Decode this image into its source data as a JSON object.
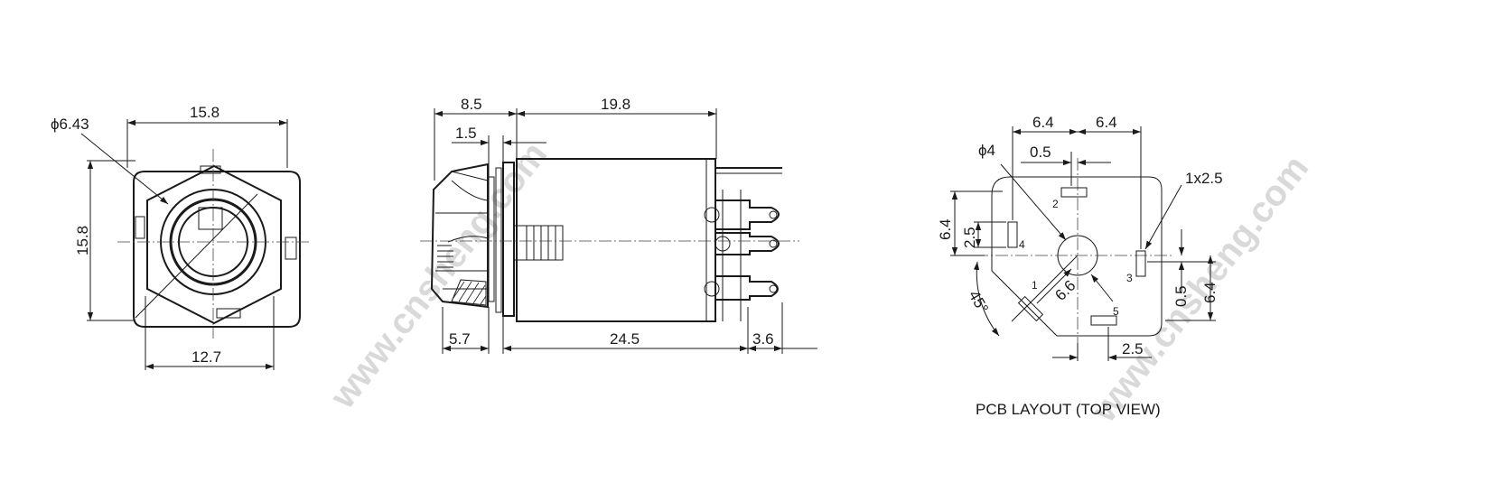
{
  "watermark": "www.cnsheng.com",
  "front_view": {
    "dia_label": "ϕ6.43",
    "width_top": "15.8",
    "height_left": "15.8",
    "width_bottom": "12.7"
  },
  "side_view": {
    "dim_front": "8.5",
    "dim_body": "19.8",
    "dim_flange": "1.5",
    "dim_nut": "5.7",
    "dim_length": "24.5",
    "dim_pins": "3.6"
  },
  "pcb_layout": {
    "caption": "PCB LAYOUT (TOP VIEW)",
    "dim_left_spacing": "6.4",
    "dim_right_spacing": "6.4",
    "dim_offset": "0.5",
    "hole_dia": "ϕ4",
    "slot_size": "1x2.5",
    "dim_left_height": "6.4",
    "dim_pin4_len": "2.5",
    "dim_radius": "6.6",
    "dim_angle": "45°",
    "dim_right_offset": "0.5",
    "dim_right_height": "6.4",
    "dim_bottom": "2.5",
    "pins": [
      "1",
      "2",
      "3",
      "4",
      "5"
    ]
  }
}
